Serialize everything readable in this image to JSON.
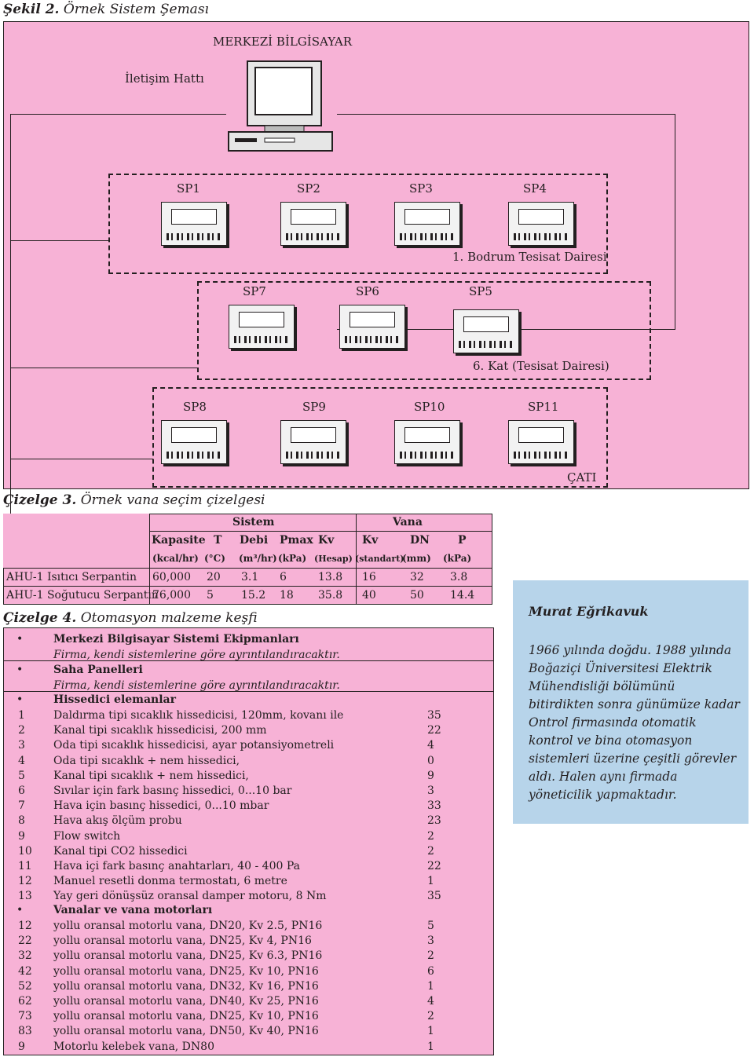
{
  "figure": {
    "label": "Şekil 2.",
    "title": "Örnek Sistem Şeması"
  },
  "diagram": {
    "computer": "MERKEZİ BİLGİSAYAR",
    "link": "İletişim Hattı",
    "zones": [
      {
        "name": "1. Bodrum Tesisat Dairesi",
        "panels": [
          "SP1",
          "SP2",
          "SP3",
          "SP4"
        ]
      },
      {
        "name": "6. Kat (Tesisat Dairesi)",
        "panels": [
          "SP7",
          "SP6",
          "SP5"
        ]
      },
      {
        "name": "ÇATI",
        "panels": [
          "SP8",
          "SP9",
          "SP10",
          "SP11"
        ]
      }
    ]
  },
  "table3": {
    "label": "Çizelge 3.",
    "title": "Örnek vana seçim çizelgesi",
    "group_sistem": "Sistem",
    "group_vana": "Vana",
    "headers": [
      "Kapasite",
      "T",
      "Debi",
      "Pmax",
      "Kv",
      "Kv",
      "DN",
      "P"
    ],
    "units": [
      "(kcal/hr)",
      "(°C)",
      "(m³/hr)",
      "(kPa)",
      "(Hesap)",
      "(standart)",
      "(mm)",
      "(kPa)"
    ],
    "rows": [
      [
        "AHU-1 Isıtıcı Serpantin",
        "60,000",
        "20",
        "3.1",
        "6",
        "13.8",
        "16",
        "32",
        "3.8"
      ],
      [
        "AHU-1 Soğutucu Serpantin",
        "76,000",
        "5",
        "15.2",
        "18",
        "35.8",
        "40",
        "50",
        "14.4"
      ]
    ]
  },
  "table4": {
    "label": "Çizelge 4.",
    "title": "Otomasyon malzeme keşfi",
    "s1": {
      "title": "Merkezi Bilgisayar Sistemi Ekipmanları",
      "note": "Firma, kendi sistemlerine göre ayrıntılandıracaktır."
    },
    "s2": {
      "title": "Saha Panelleri",
      "note": "Firma, kendi sistemlerine göre ayrıntılandıracaktır."
    },
    "s3": {
      "title": "Hissedici elemanlar",
      "items": [
        [
          "1",
          "Daldırma tipi sıcaklık hissedicisi, 120mm, kovanı ile",
          "35"
        ],
        [
          "2",
          "Kanal tipi sıcaklık hissedicisi, 200 mm",
          "22"
        ],
        [
          "3",
          "Oda tipi sıcaklık hissedicisi, ayar potansiyometreli",
          "4"
        ],
        [
          "4",
          "Oda tipi sıcaklık + nem hissedici,",
          "0"
        ],
        [
          "5",
          "Kanal tipi sıcaklık + nem hissedici,",
          "9"
        ],
        [
          "6",
          "Sıvılar için fark basınç hissedici, 0...10 bar",
          "3"
        ],
        [
          "7",
          "Hava için basınç hissedici, 0...10 mbar",
          "33"
        ],
        [
          "8",
          "Hava akış ölçüm probu",
          "23"
        ],
        [
          "9",
          "Flow switch",
          "2"
        ],
        [
          "10",
          "Kanal tipi CO2 hissedici",
          "2"
        ],
        [
          "11",
          "Hava içi fark basınç anahtarları, 40 - 400 Pa",
          "22"
        ],
        [
          "12",
          "Manuel resetli donma termostatı, 6 metre",
          "1"
        ],
        [
          "13",
          "Yay geri dönüşsüz oransal damper motoru, 8 Nm",
          "35"
        ]
      ]
    },
    "s4": {
      "title": "Vanalar ve vana motorları",
      "items": [
        [
          "12",
          "yollu oransal motorlu vana, DN20, Kv 2.5, PN16",
          "5"
        ],
        [
          "22",
          "yollu oransal motorlu vana, DN25, Kv 4, PN16",
          "3"
        ],
        [
          "32",
          "yollu oransal motorlu vana, DN25, Kv 6.3, PN16",
          "2"
        ],
        [
          "42",
          "yollu oransal motorlu vana, DN25, Kv 10, PN16",
          "6"
        ],
        [
          "52",
          "yollu oransal motorlu vana, DN32, Kv 16, PN16",
          "1"
        ],
        [
          "62",
          "yollu oransal motorlu vana, DN40, Kv 25, PN16",
          "4"
        ],
        [
          "73",
          "yollu oransal motorlu vana, DN25, Kv 10, PN16",
          "2"
        ],
        [
          "83",
          "yollu oransal motorlu vana, DN50, Kv 40, PN16",
          "1"
        ],
        [
          "9",
          "Motorlu kelebek vana, DN80",
          "1"
        ]
      ]
    }
  },
  "bio": {
    "name": "Murat Eğrikavuk",
    "text": "1966 yılında doğdu. 1988 yılında Boğaziçi Üniversitesi Elektrik Mühendisliği bölümünü bitirdikten sonra günümüze kadar Ontrol firmasında otomatik kontrol ve bina otomasyon sistemleri üzerine çeşitli görevler aldı. Halen aynı firmada yöneticilik yapmaktadır."
  }
}
